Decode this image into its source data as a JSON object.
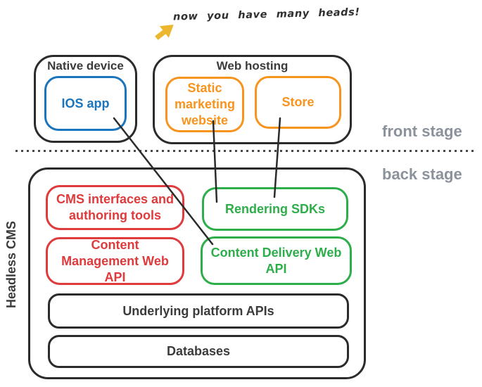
{
  "note": {
    "text": "now you have many heads!",
    "arrow_icon": "hand-drawn-arrow-up-right",
    "arrow_color": "#ecb62f",
    "text_color": "#2f2f2f"
  },
  "colors": {
    "blue": "#1b75bc",
    "orange": "#f7941e",
    "red": "#df3a3c",
    "green": "#2ead4b",
    "container_border": "#2b2b2b",
    "label_gray": "#3b3b3b",
    "stage_gray": "#8b929c"
  },
  "front_stage": {
    "stage_label": "front stage",
    "native_device": {
      "label": "Native device",
      "app": {
        "label": "IOS app",
        "color": "#1b75bc"
      }
    },
    "web_hosting": {
      "label": "Web hosting",
      "sites": [
        {
          "label": "Static marketing website",
          "color": "#f7941e"
        },
        {
          "label": "Store",
          "color": "#f7941e"
        }
      ]
    }
  },
  "back_stage": {
    "stage_label": "back stage",
    "container_label": "Headless CMS",
    "boxes": [
      {
        "label": "CMS interfaces and authoring tools",
        "color": "#df3a3c"
      },
      {
        "label": "Rendering SDKs",
        "color": "#2ead4b"
      },
      {
        "label": "Content Management Web API",
        "color": "#df3a3c"
      },
      {
        "label": "Content Delivery Web API",
        "color": "#2ead4b"
      },
      {
        "label": "Underlying platform APIs",
        "color": "#3b3b3b"
      },
      {
        "label": "Databases",
        "color": "#3b3b3b"
      }
    ]
  },
  "connections": [
    {
      "from": "IOS app",
      "to": "Content Delivery Web API"
    },
    {
      "from": "Static marketing website",
      "to": "Rendering SDKs"
    },
    {
      "from": "Store",
      "to": "Rendering SDKs"
    }
  ]
}
